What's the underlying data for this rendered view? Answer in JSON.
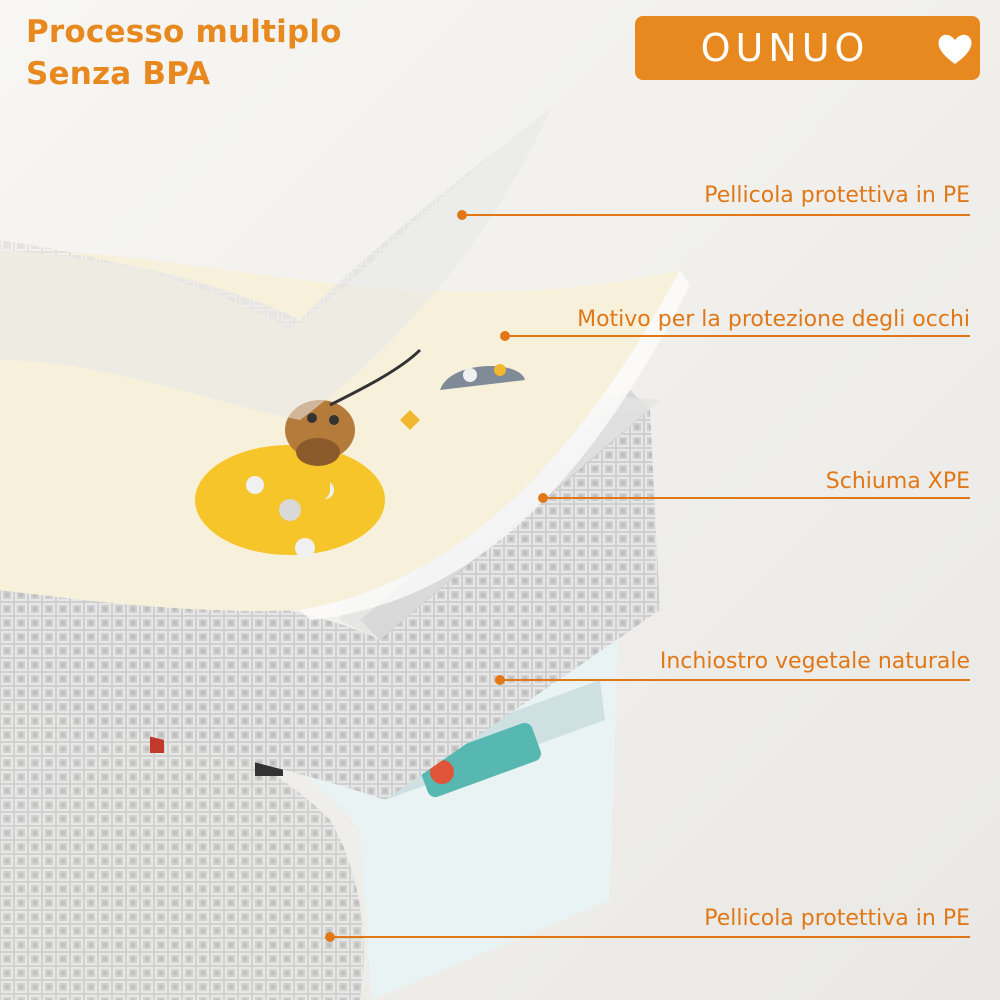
{
  "headline": {
    "line1": "Processo multiplo",
    "line2": "Senza BPA"
  },
  "brand": {
    "logo_text": "OUNUO",
    "logo_symbol": "heart-icon"
  },
  "callouts": [
    {
      "label": "Pellicola protettiva in PE"
    },
    {
      "label": "Motivo per la protezione degli occhi"
    },
    {
      "label": "Schiuma XPE"
    },
    {
      "label": "Inchiostro vegetale naturale"
    },
    {
      "label": "Pellicola protettiva in PE"
    }
  ],
  "colors": {
    "accent": "#e8891f",
    "callout_text": "#e07818",
    "background": "#f3f2ef",
    "foam": "#c9c9c9",
    "print_layer": "#f7f1dc"
  }
}
